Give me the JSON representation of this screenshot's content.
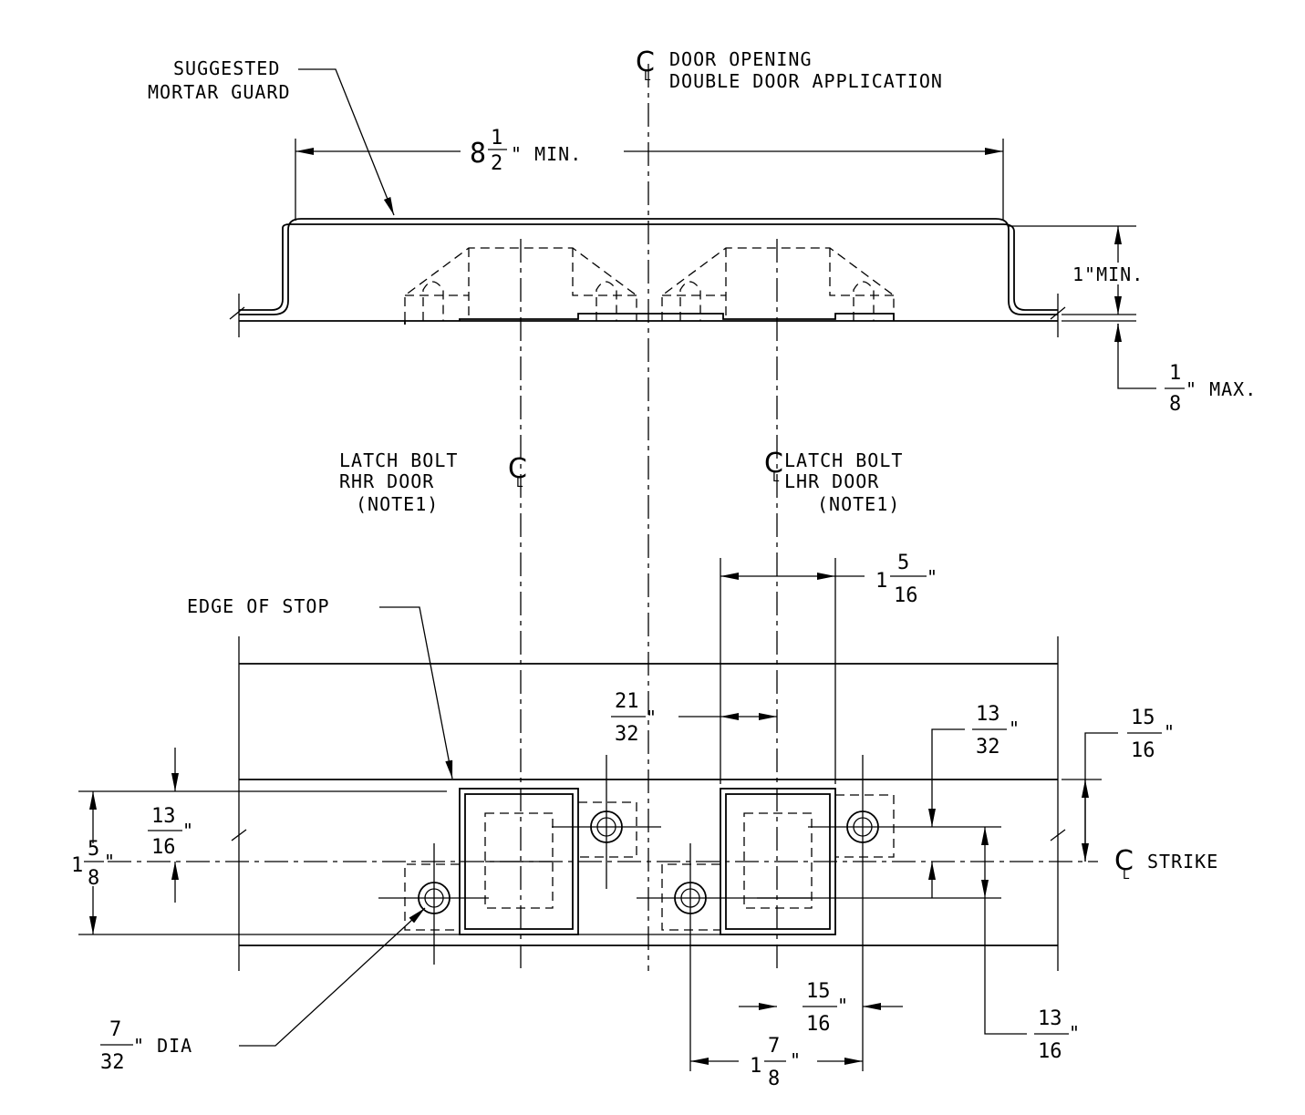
{
  "top_view": {
    "centerline_label_line1": "DOOR OPENING",
    "centerline_label_line2": "DOUBLE DOOR APPLICATION",
    "mortar_guard_line1": "SUGGESTED",
    "mortar_guard_line2": "MORTAR GUARD",
    "width_whole": "8",
    "width_num": "1",
    "width_den": "2",
    "width_suffix": "\" MIN.",
    "depth_label": "1\"MIN.",
    "gap_num": "1",
    "gap_den": "8",
    "gap_suffix": "\" MAX."
  },
  "front_view": {
    "rhr_line1": "LATCH BOLT",
    "rhr_line2": "RHR DOOR",
    "rhr_note": "(NOTE1)",
    "lhr_line1": "LATCH BOLT",
    "lhr_line2": "LHR DOOR",
    "lhr_note": "(NOTE1)",
    "edge_of_stop": "EDGE OF STOP",
    "strike_label": "STRIKE",
    "centerline_glyph": "C",
    "centerline_sub": "L",
    "inch": "\"",
    "dim_1_5_16": {
      "whole": "1",
      "num": "5",
      "den": "16"
    },
    "dim_21_32": {
      "num": "21",
      "den": "32"
    },
    "dim_13_32": {
      "num": "13",
      "den": "32"
    },
    "dim_15_16_right": {
      "num": "15",
      "den": "16"
    },
    "dim_13_16_left": {
      "num": "13",
      "den": "16"
    },
    "dim_1_5_8": {
      "whole": "1",
      "num": "5",
      "den": "8"
    },
    "dim_15_16_bottom": {
      "num": "15",
      "den": "16"
    },
    "dim_13_16_right": {
      "num": "13",
      "den": "16"
    },
    "dim_1_7_8": {
      "whole": "1",
      "num": "7",
      "den": "8"
    },
    "hole": {
      "num": "7",
      "den": "32",
      "suffix": "\" DIA"
    }
  }
}
